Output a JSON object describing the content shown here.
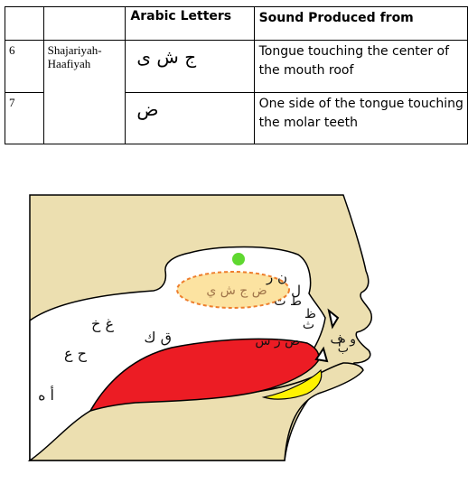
{
  "table": {
    "headers": [
      "",
      "",
      "Arabic Letters",
      "Sound Produced from"
    ],
    "rows": [
      {
        "number": "6",
        "name": "Shajariyah-Haafiyah",
        "letters": "ج ش ى",
        "sound": "Tongue touching the center of the mouth roof"
      },
      {
        "number": "7",
        "name": "",
        "letters": "ض",
        "sound": "One side of the tongue touching the molar teeth"
      }
    ]
  },
  "diagram": {
    "palate_label": "ض ج ش ي",
    "labels": {
      "throat_low": "أ ه",
      "throat_mid": "ح ع",
      "throat_high": "غ خ",
      "qaf_kaf": "ق ك",
      "nun_ra": "ن ر",
      "lam": "ل",
      "ta_dal": "ط ت",
      "zha": "ظ",
      "tha": "ث",
      "sad_zay_sin": "ص ز س",
      "fa": "ف",
      "waw_mim": "و م",
      "ba": "ب"
    },
    "colors": {
      "skin": "#ecdfb0",
      "tongue": "#ec1c24",
      "tongue_side": "#fff200",
      "palate_fill": "#fce3a1",
      "palate_border": "#ee7e2d",
      "marker": "#5fd830",
      "outline": "#000000"
    }
  }
}
